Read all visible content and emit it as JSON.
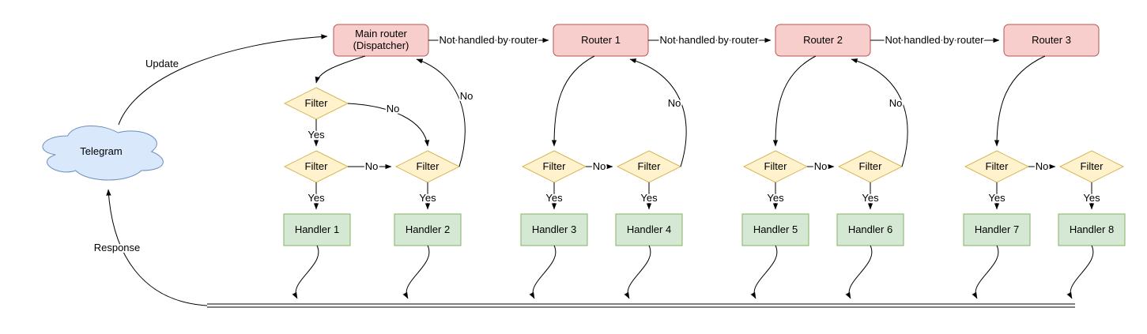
{
  "diagram": {
    "cloud": {
      "label": "Telegram"
    },
    "edge_labels": {
      "update": "Update",
      "response": "Response",
      "not_handled": "Not handled by router",
      "yes": "Yes",
      "no": "No"
    },
    "filter_label": "Filter",
    "main_router": {
      "line1": "Main router",
      "line2": "(Dispatcher)"
    },
    "routers": [
      {
        "label": "Router 1"
      },
      {
        "label": "Router 2"
      },
      {
        "label": "Router 3"
      }
    ],
    "handlers": [
      {
        "label": "Handler 1"
      },
      {
        "label": "Handler 2"
      },
      {
        "label": "Handler 3"
      },
      {
        "label": "Handler 4"
      },
      {
        "label": "Handler 5"
      },
      {
        "label": "Handler 6"
      },
      {
        "label": "Handler 7"
      },
      {
        "label": "Handler 8"
      }
    ],
    "colors": {
      "router_fill": "#f8cecc",
      "router_stroke": "#b85450",
      "filter_fill": "#fff2cc",
      "filter_stroke": "#d6b656",
      "handler_fill": "#d5e8d4",
      "handler_stroke": "#82b366",
      "cloud_fill": "#dae8fc",
      "cloud_stroke": "#6c8ebf",
      "edge": "#000000"
    }
  }
}
